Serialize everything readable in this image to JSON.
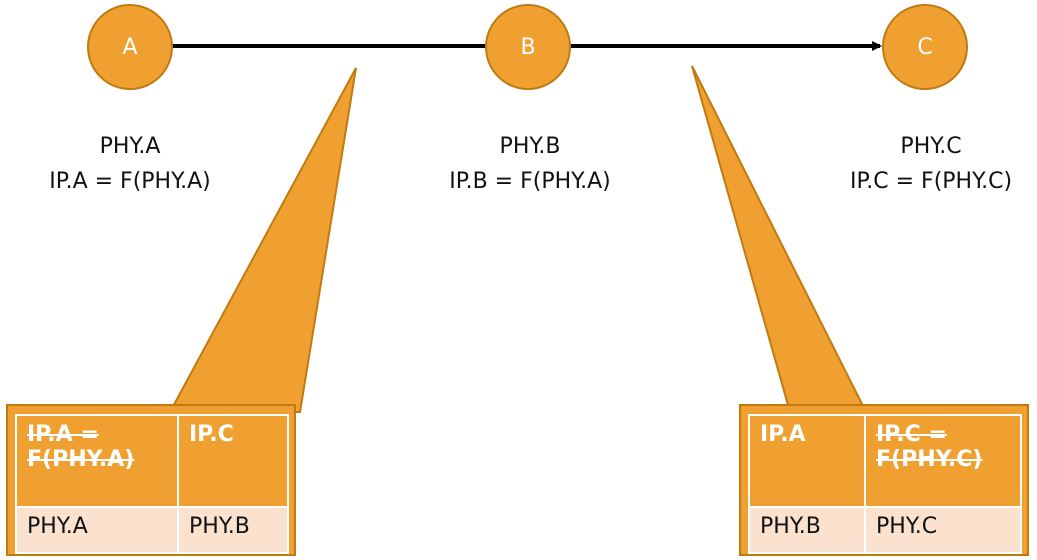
{
  "colors": {
    "node_fill": "#f0a030",
    "node_stroke": "#c07a10",
    "edge": "#000000",
    "callout_fill": "#f0a030",
    "cell_fill": "#fbe2ce"
  },
  "nodes": [
    {
      "label": "A",
      "line1": "PHY.A",
      "line2": "IP.A = F(PHY.A)"
    },
    {
      "label": "B",
      "line1": "PHY.B",
      "line2": "IP.B = F(PHY.A)"
    },
    {
      "label": "C",
      "line1": "PHY.C",
      "line2": "IP.C = F(PHY.C)"
    }
  ],
  "callout_left": {
    "header": [
      "IP.A = F(PHY.A)",
      "IP.C"
    ],
    "header_struck": [
      true,
      false
    ],
    "row": [
      "PHY.A",
      "PHY.B"
    ]
  },
  "callout_right": {
    "header": [
      "IP.A",
      "IP.C = F(PHY.C)"
    ],
    "header_struck": [
      false,
      true
    ],
    "row": [
      "PHY.B",
      "PHY.C"
    ]
  }
}
